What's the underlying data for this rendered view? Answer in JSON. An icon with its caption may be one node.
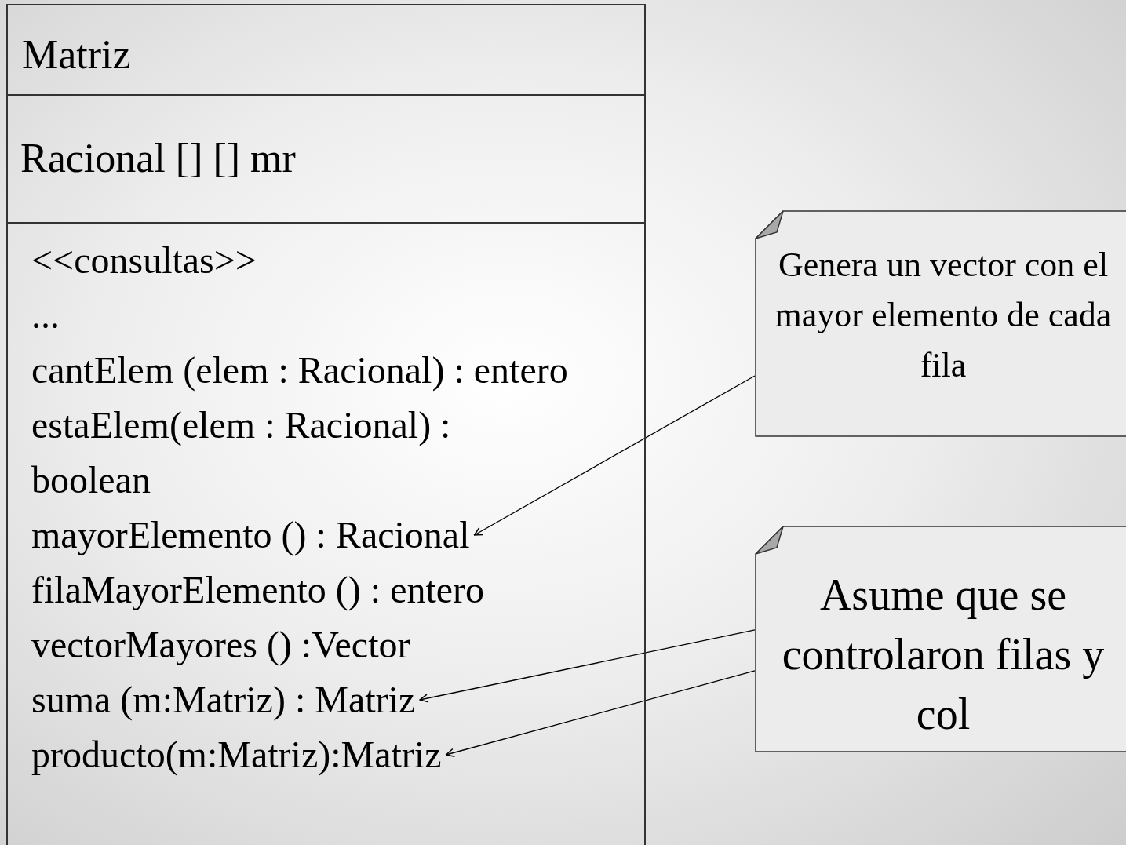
{
  "diagram": {
    "nodes": [
      {
        "text": [
          "Matriz"
        ]
      },
      {
        "text": [
          "Racional [] [] mr"
        ],
        "in": 0
      },
      {
        "text": [
          "<<consultas>>",
          "..."
        ],
        "in": 0
      },
      {
        "text": [
          "cantElem (elem : Racional) : entero"
        ],
        "in": 2
      },
      {
        "text": [
          "estaElem(elem : Racional) : boolean"
        ],
        "in": 2
      },
      {
        "text": [
          "mayorElemento () : Racional"
        ],
        "in": 2
      },
      {
        "text": [
          "filaMayorElemento () : entero"
        ],
        "in": 2
      },
      {
        "text": [
          "vectorMayores () :Vector"
        ],
        "in": 2
      },
      {
        "text": [
          "suma (m:Matriz) : Matriz"
        ],
        "in": 2
      },
      {
        "text": [
          "producto(m:Matriz):Matriz"
        ],
        "in": 2
      },
      {
        "text": [
          "Genera un vector con el mayor elemento de cada fila"
        ]
      },
      {
        "text": [
          "Asume que se controlaron filas y col"
        ]
      }
    ],
    "edges": [
      {
        "from": 10,
        "to": 5,
        "arrow": "to"
      },
      {
        "from": 11,
        "to": 8,
        "arrow": "to"
      },
      {
        "from": 11,
        "to": 9,
        "arrow": "to"
      }
    ]
  }
}
